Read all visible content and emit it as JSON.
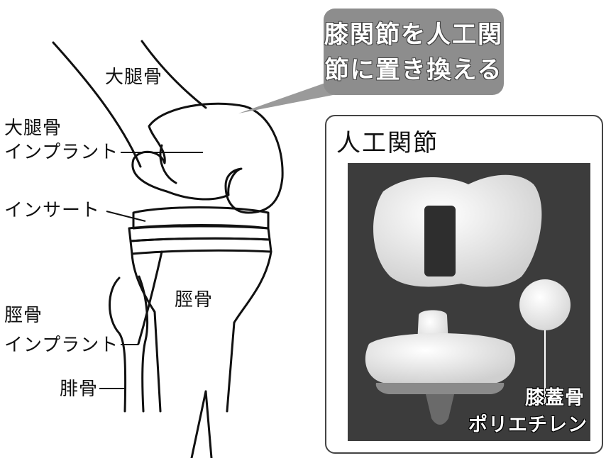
{
  "callout": {
    "line1": "膝関節を人工関",
    "line2": "節に置き換える"
  },
  "diagram_labels": {
    "femur": "大腿骨",
    "femur_implant_line1": "大腿骨",
    "femur_implant_line2": "インプラント",
    "insert": "インサート",
    "tibia": "脛骨",
    "tibia_implant_line1": "脛骨",
    "tibia_implant_line2": "インプラント",
    "fibula": "腓骨"
  },
  "inset": {
    "title": "人工関節",
    "patella_label": "膝蓋骨",
    "polyethylene_label": "ポリエチレン"
  }
}
